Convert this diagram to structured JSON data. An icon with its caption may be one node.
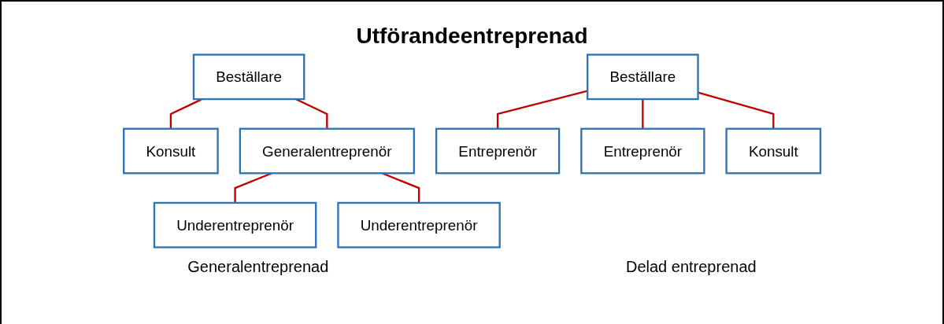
{
  "diagram": {
    "title": "Utförandeentreprenad",
    "nodes": [
      {
        "text": [
          "Beställare"
        ]
      },
      {
        "text": [
          "Konsult"
        ]
      },
      {
        "text": [
          "Generalentreprenör"
        ]
      },
      {
        "text": [
          "Underentreprenör"
        ]
      },
      {
        "text": [
          "Underentreprenör"
        ]
      },
      {
        "text": [
          "Beställare"
        ]
      },
      {
        "text": [
          "Entreprenör"
        ]
      },
      {
        "text": [
          "Entreprenör"
        ]
      },
      {
        "text": [
          "Konsult"
        ]
      }
    ],
    "edges": [
      {
        "from": 0,
        "to": 2,
        "arrow": "none"
      },
      {
        "from": 0,
        "to": 1,
        "arrow": "none"
      },
      {
        "from": 2,
        "to": 3,
        "arrow": "none"
      },
      {
        "from": 2,
        "to": 4,
        "arrow": "none"
      },
      {
        "from": 5,
        "to": 6,
        "arrow": "none"
      },
      {
        "from": 5,
        "to": 7,
        "arrow": "none"
      },
      {
        "from": 5,
        "to": 8,
        "arrow": "none"
      }
    ],
    "labels": [
      "Generalentreprenad",
      "Delad entreprenad"
    ]
  }
}
